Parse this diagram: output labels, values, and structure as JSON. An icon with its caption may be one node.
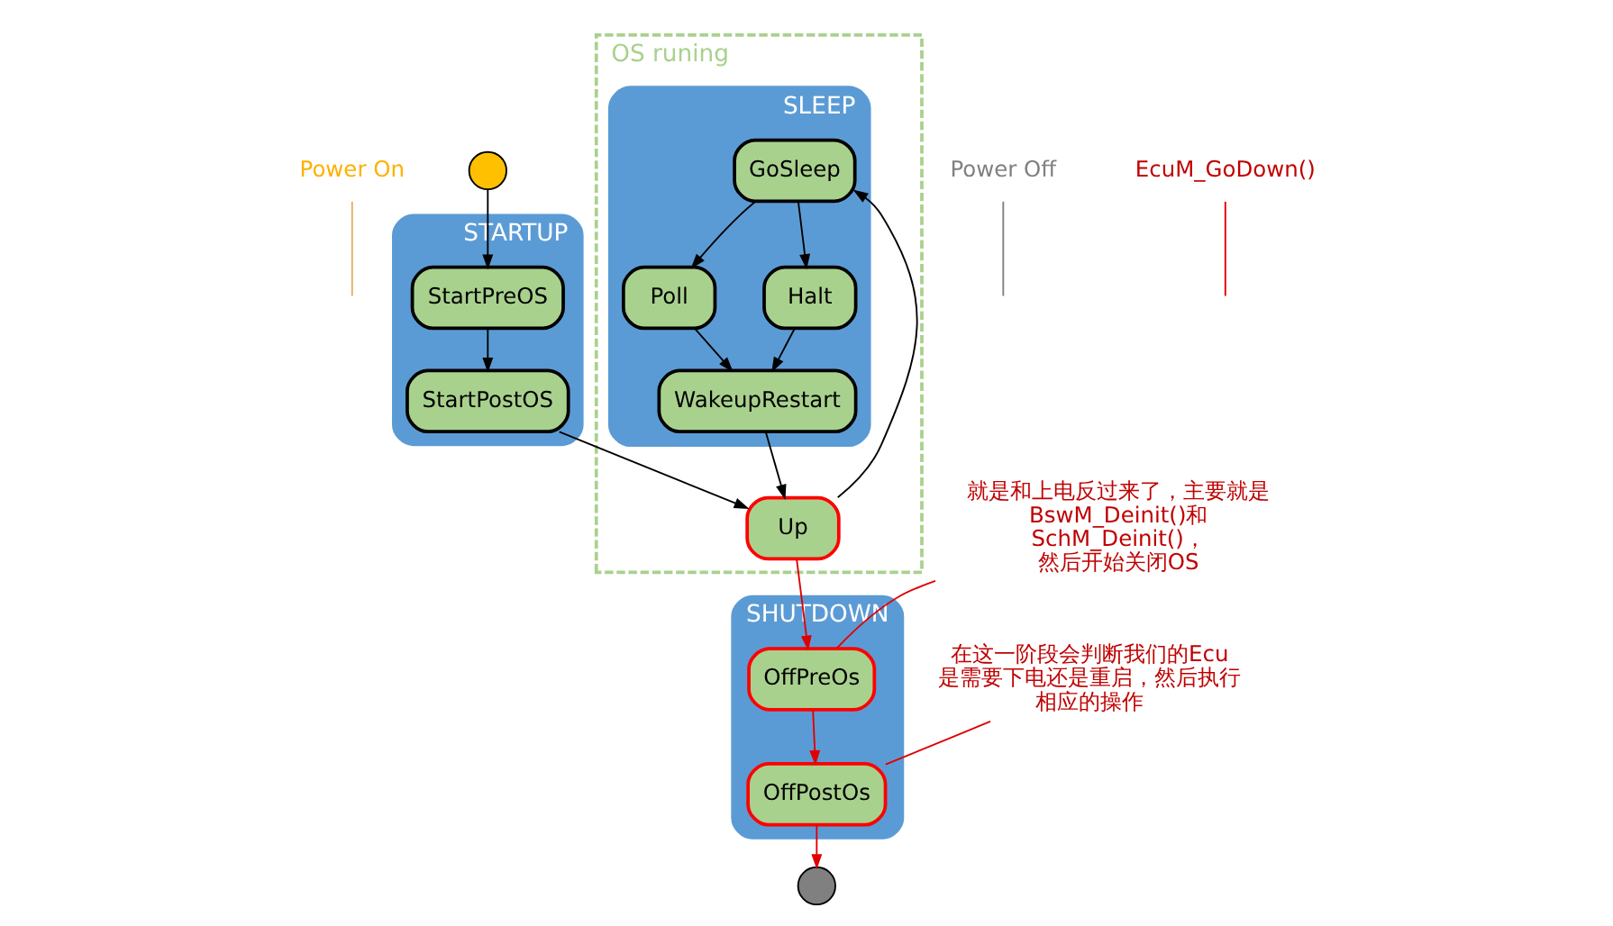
{
  "diagram": {
    "nodes": [
      {
        "text": [
          "Power On"
        ]
      },
      {
        "text": [],
        "shape": "circle"
      },
      {
        "text": [
          "STARTUP"
        ]
      },
      {
        "text": [
          "StartPreOS"
        ],
        "in": 2
      },
      {
        "text": [
          "StartPostOS"
        ],
        "in": 2
      },
      {
        "text": [
          "OS runing"
        ]
      },
      {
        "text": [
          "SLEEP"
        ],
        "in": 5
      },
      {
        "text": [
          "WakeupRestart"
        ],
        "in": 6
      },
      {
        "text": [
          "Poll"
        ],
        "in": 6
      },
      {
        "text": [
          "Halt"
        ],
        "in": 6
      },
      {
        "text": [
          "GoSleep"
        ],
        "in": 6
      },
      {
        "text": [
          "Up"
        ],
        "in": 5
      },
      {
        "text": [
          "SHUTDOWN"
        ]
      },
      {
        "text": [
          "OffPreOs"
        ],
        "in": 12
      },
      {
        "text": [
          "OffPostOs"
        ],
        "in": 12
      },
      {
        "text": [],
        "shape": "circle"
      },
      {
        "text": [
          "Power Off"
        ]
      },
      {
        "text": [
          "EcuM_GoDown()"
        ]
      },
      {
        "text": [
          "就是和上电反过来了，主要就是BswM_Deinit()和SchM_Deinit()，然后开始关闭OS"
        ]
      },
      {
        "text": [
          "在这一阶段会判断我们的Ecu是需要下电还是重启，然后执行相应的操作"
        ]
      }
    ],
    "edges": [
      {
        "from": 1,
        "to": 3,
        "arrow": "to"
      },
      {
        "from": 3,
        "to": 4,
        "arrow": "to"
      },
      {
        "from": 4,
        "to": 11,
        "arrow": "to"
      },
      {
        "from": 10,
        "to": 8,
        "arrow": "to"
      },
      {
        "from": 10,
        "to": 9,
        "arrow": "to"
      },
      {
        "from": 8,
        "to": 7,
        "arrow": "to"
      },
      {
        "from": 9,
        "to": 7,
        "arrow": "to"
      },
      {
        "from": 7,
        "to": 11,
        "arrow": "to"
      },
      {
        "from": 11,
        "to": 10,
        "arrow": "to"
      },
      {
        "from": 11,
        "to": 13,
        "arrow": "to",
        "color": "#e00000"
      },
      {
        "from": 13,
        "to": 14,
        "arrow": "to",
        "color": "#e00000"
      },
      {
        "from": 14,
        "to": 15,
        "arrow": "to",
        "color": "#e00000"
      },
      {
        "from": 0,
        "to": null,
        "arrow": "none",
        "color": "#e0b060"
      },
      {
        "from": 16,
        "to": null,
        "arrow": "none",
        "color": "#808080"
      },
      {
        "from": 17,
        "to": null,
        "arrow": "none",
        "color": "#e00000"
      },
      {
        "from": 18,
        "to": 13,
        "arrow": "none",
        "color": "#e00000"
      },
      {
        "from": 19,
        "to": 14,
        "arrow": "none",
        "color": "#e00000"
      }
    ]
  }
}
